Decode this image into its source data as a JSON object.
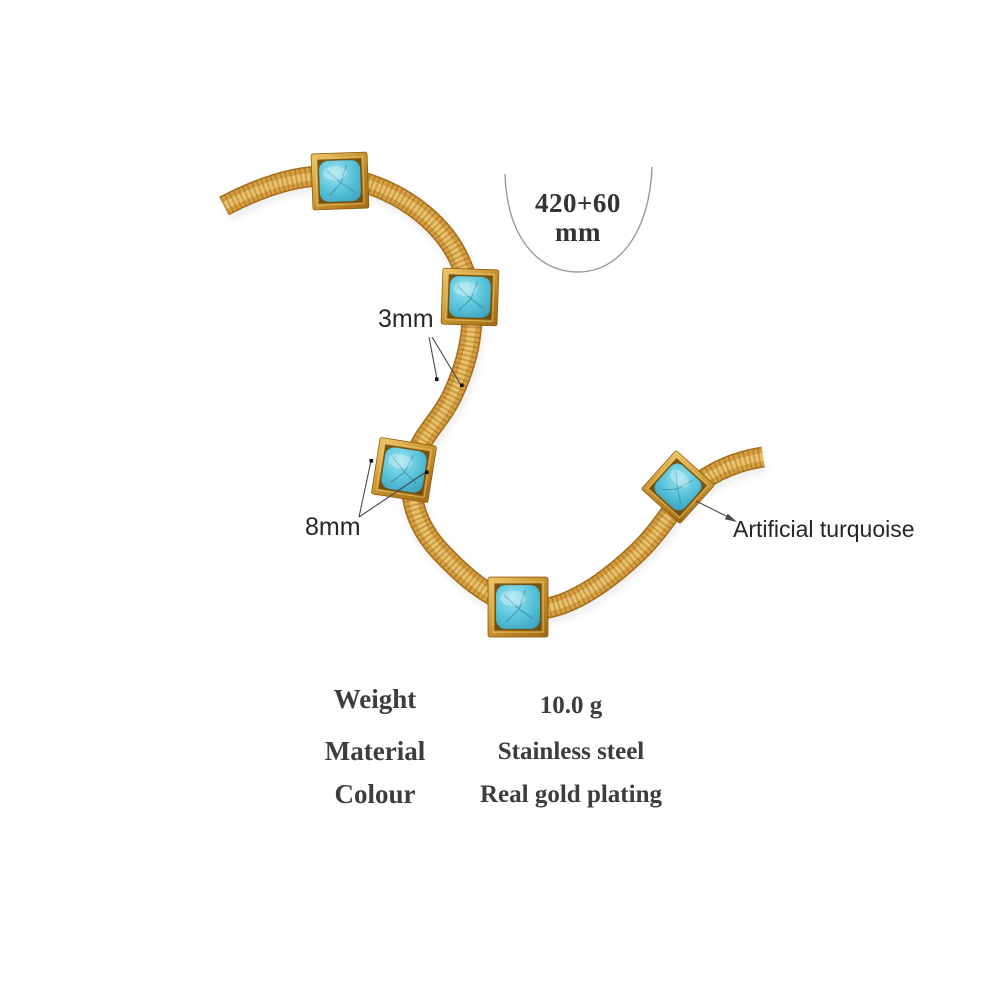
{
  "size_callout": {
    "line1": "420+60",
    "line2": "mm"
  },
  "annotations": {
    "chain_width_label": "3mm",
    "stone_width_label": "8mm",
    "stone_material_label": "Artificial turquoise"
  },
  "specs": {
    "rows": [
      {
        "label": "Weight",
        "value": "10.0 g"
      },
      {
        "label": "Material",
        "value": "Stainless steel"
      },
      {
        "label": "Colour",
        "value": "Real gold plating"
      }
    ]
  },
  "illustration": {
    "colors": {
      "background": "#ffffff",
      "chain_gold": "#d79f42",
      "chain_gold_dark": "#a86e1c",
      "chain_gold_light": "#eec672",
      "chain_texture": "#7c5208",
      "frame_gold": "#c8922c",
      "turquoise": "#58c3db",
      "turquoise_light": "#9ce4f0",
      "turquoise_dark": "#3aa3be",
      "annotation_line": "#4a4a4a",
      "marker_dot": "#111111",
      "annotation_text": "#262626",
      "serif_text": "#3a3a3a",
      "oval_stroke": "#9a9a9a",
      "shadow": "#d8d8d8"
    }
  }
}
